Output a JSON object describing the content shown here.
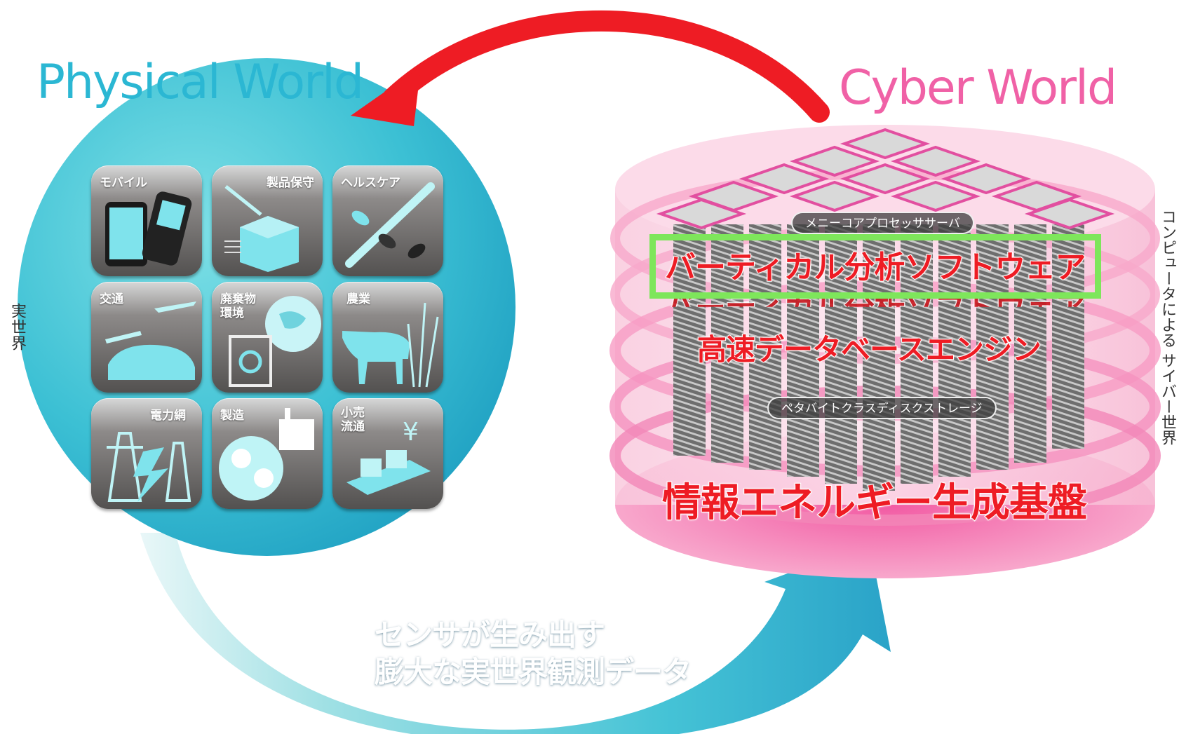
{
  "titles": {
    "physical": "Physical World",
    "cyber": "Cyber World"
  },
  "side_labels": {
    "left": "実世界",
    "right": "コンピュータによる サイバー世界"
  },
  "tiles": [
    {
      "label": "モバイル",
      "icon": "mobile-phones-icon"
    },
    {
      "label": "製品保守",
      "icon": "product-maintenance-icon"
    },
    {
      "label": "ヘルスケア",
      "icon": "healthcare-icon"
    },
    {
      "label": "交通",
      "icon": "traffic-icon"
    },
    {
      "label": "廃棄物\n環境",
      "icon": "waste-environment-icon"
    },
    {
      "label": "農業",
      "icon": "agriculture-icon"
    },
    {
      "label": "電力網",
      "icon": "power-grid-icon"
    },
    {
      "label": "製造",
      "icon": "manufacturing-icon"
    },
    {
      "label": "小売\n流通",
      "icon": "retail-distribution-icon"
    }
  ],
  "cyber": {
    "server_label": "メニーコアプロセッササーバ",
    "software_label": "バーティカル分析ソフトウェア",
    "database_label": "高速データベースエンジン",
    "storage_label": "ペタバイトクラスディスクストレージ",
    "foundation_label": "情報エネルギー生成基盤"
  },
  "sensor_text": "センサが生み出す\n膨大な実世界観測データ",
  "colors": {
    "physical_accent": "#2bb7d3",
    "cyber_accent": "#f061a6",
    "red_arrow": "#ee1c24",
    "highlight": "#7ee65b"
  }
}
